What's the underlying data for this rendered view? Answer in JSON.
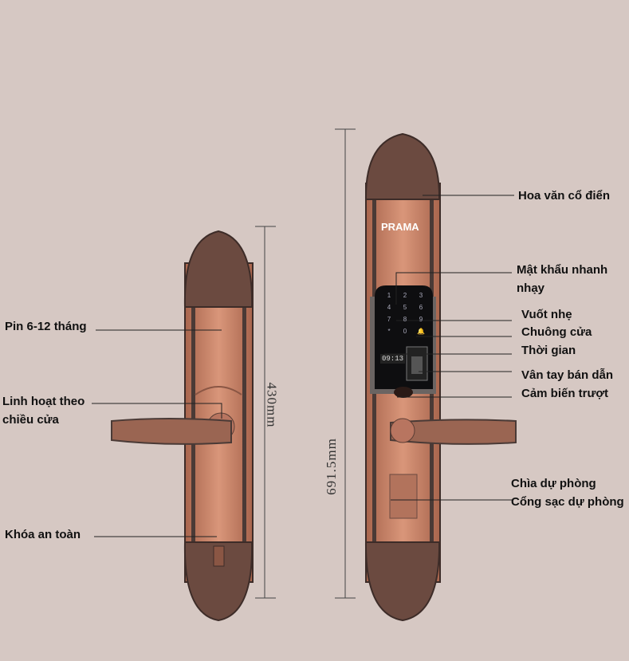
{
  "brand": "PRAMA",
  "dimensions": {
    "left_height": "430mm",
    "right_height": "691.5mm"
  },
  "left_labels": {
    "battery": "Pin 6-12 tháng",
    "flexible_line1": "Linh hoạt theo",
    "flexible_line2": "chiều cửa",
    "safety_lock": "Khóa an toàn"
  },
  "right_labels": {
    "pattern": "Hoa văn cổ điển",
    "password_line1": "Mật khẩu nhanh",
    "password_line2": "nhạy",
    "swipe": "Vuốt nhẹ",
    "doorbell": "Chuông cửa",
    "time": "Thời gian",
    "fingerprint": "Vân tay bán dẫn",
    "slide_sensor": "Cảm biến trượt",
    "spare_key": "Chìa dự phòng",
    "spare_charging": "Cổng sạc dự phòng"
  },
  "keypad": [
    "1",
    "2",
    "3",
    "4",
    "5",
    "6",
    "7",
    "8",
    "9",
    "*",
    "0"
  ],
  "clock": "09:13",
  "colors": {
    "background": "#d6c8c3",
    "copper": "#c98a6e",
    "dark_bronze": "#4a3a36"
  }
}
